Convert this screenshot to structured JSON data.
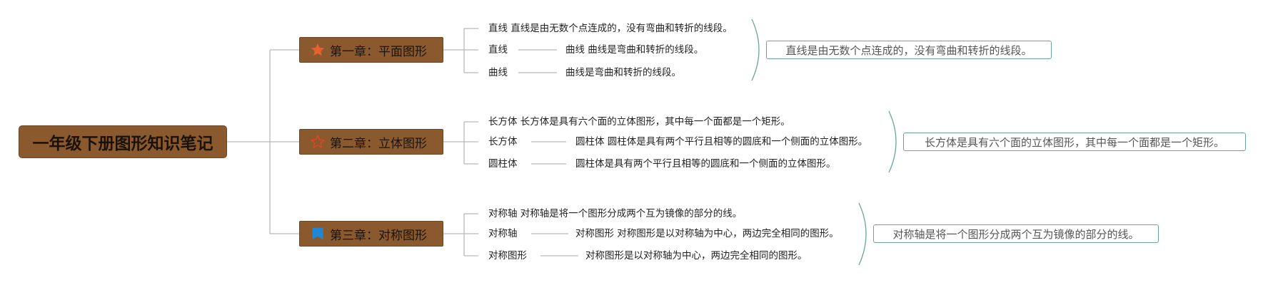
{
  "root": {
    "label": "一年级下册图形知识笔记"
  },
  "chapters": [
    {
      "title": "第一章：平面图形",
      "icon": "star-icon",
      "icon_color": "#e8602c",
      "items": [
        {
          "term": "直线 直线是由无数个点连成的，没有弯曲和转折的线段。"
        },
        {
          "term": "直线",
          "detail": "曲线 曲线是弯曲和转折的线段。"
        },
        {
          "term": "曲线",
          "detail": "曲线是弯曲和转折的线段。"
        }
      ],
      "summary": "直线是由无数个点连成的，没有弯曲和转折的线段。"
    },
    {
      "title": "第二章：立体图形",
      "icon": "star-outline-icon",
      "icon_color": "#d9472b",
      "items": [
        {
          "term": "长方体 长方体是具有六个面的立体图形，其中每一个面都是一个矩形。"
        },
        {
          "term": "长方体",
          "detail": "圆柱体 圆柱体是具有两个平行且相等的圆底和一个侧面的立体图形。"
        },
        {
          "term": "圆柱体",
          "detail": "圆柱体是具有两个平行且相等的圆底和一个侧面的立体图形。"
        }
      ],
      "summary": "长方体是具有六个面的立体图形，其中每一个面都是一个矩形。"
    },
    {
      "title": "第三章：对称图形",
      "icon": "flag-icon",
      "icon_color": "#1f88d6",
      "items": [
        {
          "term": "对称轴 对称轴是将一个图形分成两个互为镜像的部分的线。"
        },
        {
          "term": "对称轴",
          "detail": "对称图形 对称图形是以对称轴为中心，两边完全相同的图形。"
        },
        {
          "term": "对称图形",
          "detail": "对称图形是以对称轴为中心，两边完全相同的图形。"
        }
      ],
      "summary": "对称轴是将一个图形分成两个互为镜像的部分的线。"
    }
  ],
  "colors": {
    "node_fill": "#8a5a2e",
    "connector": "#b9b9b9",
    "brace": "#6aa59a"
  }
}
